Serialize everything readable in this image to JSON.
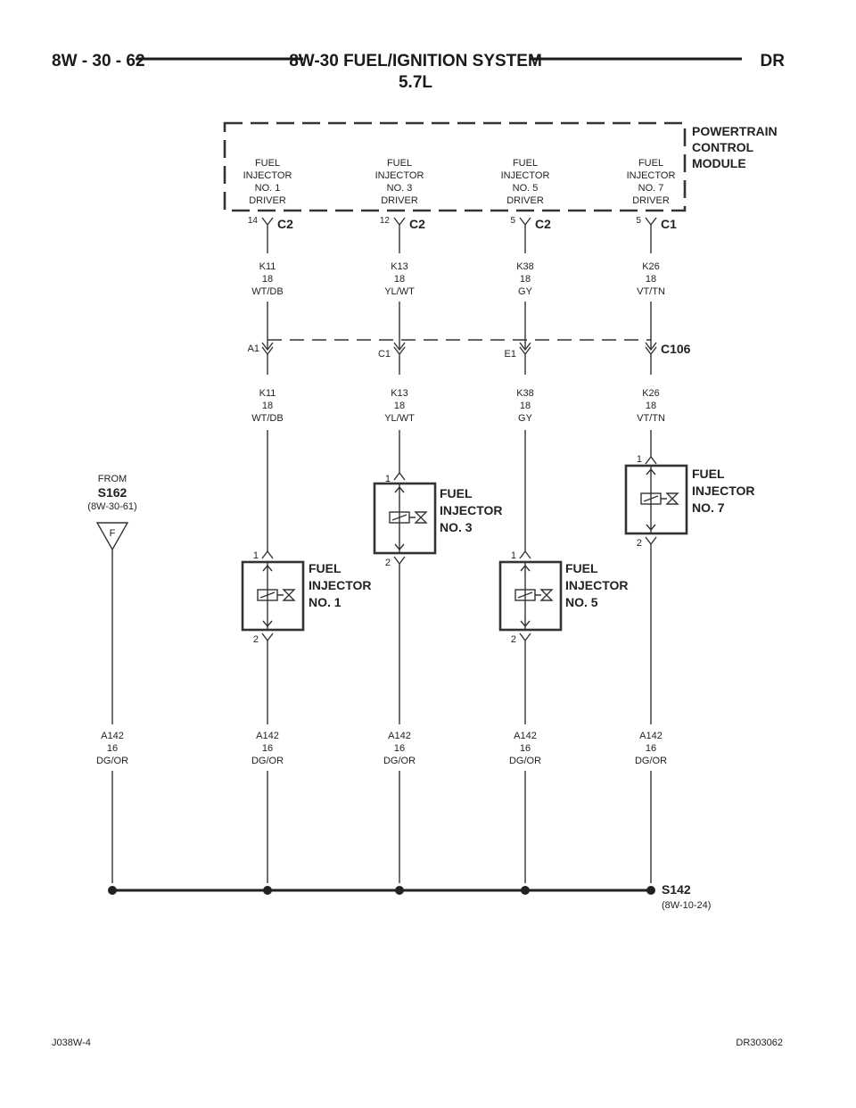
{
  "header": {
    "left": "8W - 30 - 62",
    "center": "8W-30 FUEL/IGNITION SYSTEM",
    "sub": "5.7L",
    "right": "DR"
  },
  "module": {
    "line1": "POWERTRAIN",
    "line2": "CONTROL",
    "line3": "MODULE"
  },
  "drivers": [
    {
      "l1": "FUEL",
      "l2": "INJECTOR",
      "l3": "NO. 1",
      "l4": "DRIVER",
      "pin": "14",
      "conn": "C2"
    },
    {
      "l1": "FUEL",
      "l2": "INJECTOR",
      "l3": "NO. 3",
      "l4": "DRIVER",
      "pin": "12",
      "conn": "C2"
    },
    {
      "l1": "FUEL",
      "l2": "INJECTOR",
      "l3": "NO. 5",
      "l4": "DRIVER",
      "pin": "5",
      "conn": "C2"
    },
    {
      "l1": "FUEL",
      "l2": "INJECTOR",
      "l3": "NO. 7",
      "l4": "DRIVER",
      "pin": "5",
      "conn": "C1"
    }
  ],
  "wires_upper": [
    {
      "code": "K11",
      "gauge": "18",
      "color": "WT/DB"
    },
    {
      "code": "K13",
      "gauge": "18",
      "color": "YL/WT"
    },
    {
      "code": "K38",
      "gauge": "18",
      "color": "GY"
    },
    {
      "code": "K26",
      "gauge": "18",
      "color": "VT/TN"
    }
  ],
  "c106": {
    "name": "C106",
    "pins": [
      "A1",
      "C1",
      "E1"
    ]
  },
  "wires_lower": [
    {
      "code": "K11",
      "gauge": "18",
      "color": "WT/DB"
    },
    {
      "code": "K13",
      "gauge": "18",
      "color": "YL/WT"
    },
    {
      "code": "K38",
      "gauge": "18",
      "color": "GY"
    },
    {
      "code": "K26",
      "gauge": "18",
      "color": "VT/TN"
    }
  ],
  "injectors": [
    {
      "l1": "FUEL",
      "l2": "INJECTOR",
      "l3": "NO. 1",
      "pin_top": "1",
      "pin_bot": "2"
    },
    {
      "l1": "FUEL",
      "l2": "INJECTOR",
      "l3": "NO. 3",
      "pin_top": "1",
      "pin_bot": "2"
    },
    {
      "l1": "FUEL",
      "l2": "INJECTOR",
      "l3": "NO. 5",
      "pin_top": "1",
      "pin_bot": "2"
    },
    {
      "l1": "FUEL",
      "l2": "INJECTOR",
      "l3": "NO. 7",
      "pin_top": "1",
      "pin_bot": "2"
    }
  ],
  "from": {
    "label": "FROM",
    "splice": "S162",
    "ref": "(8W-30-61)",
    "tag": "F"
  },
  "wires_ground": [
    {
      "code": "A142",
      "gauge": "16",
      "color": "DG/OR"
    },
    {
      "code": "A142",
      "gauge": "16",
      "color": "DG/OR"
    },
    {
      "code": "A142",
      "gauge": "16",
      "color": "DG/OR"
    },
    {
      "code": "A142",
      "gauge": "16",
      "color": "DG/OR"
    },
    {
      "code": "A142",
      "gauge": "16",
      "color": "DG/OR"
    }
  ],
  "splice": {
    "name": "S142",
    "ref": "(8W-10-24)"
  },
  "footer": {
    "left": "J038W-4",
    "right": "DR303062"
  }
}
